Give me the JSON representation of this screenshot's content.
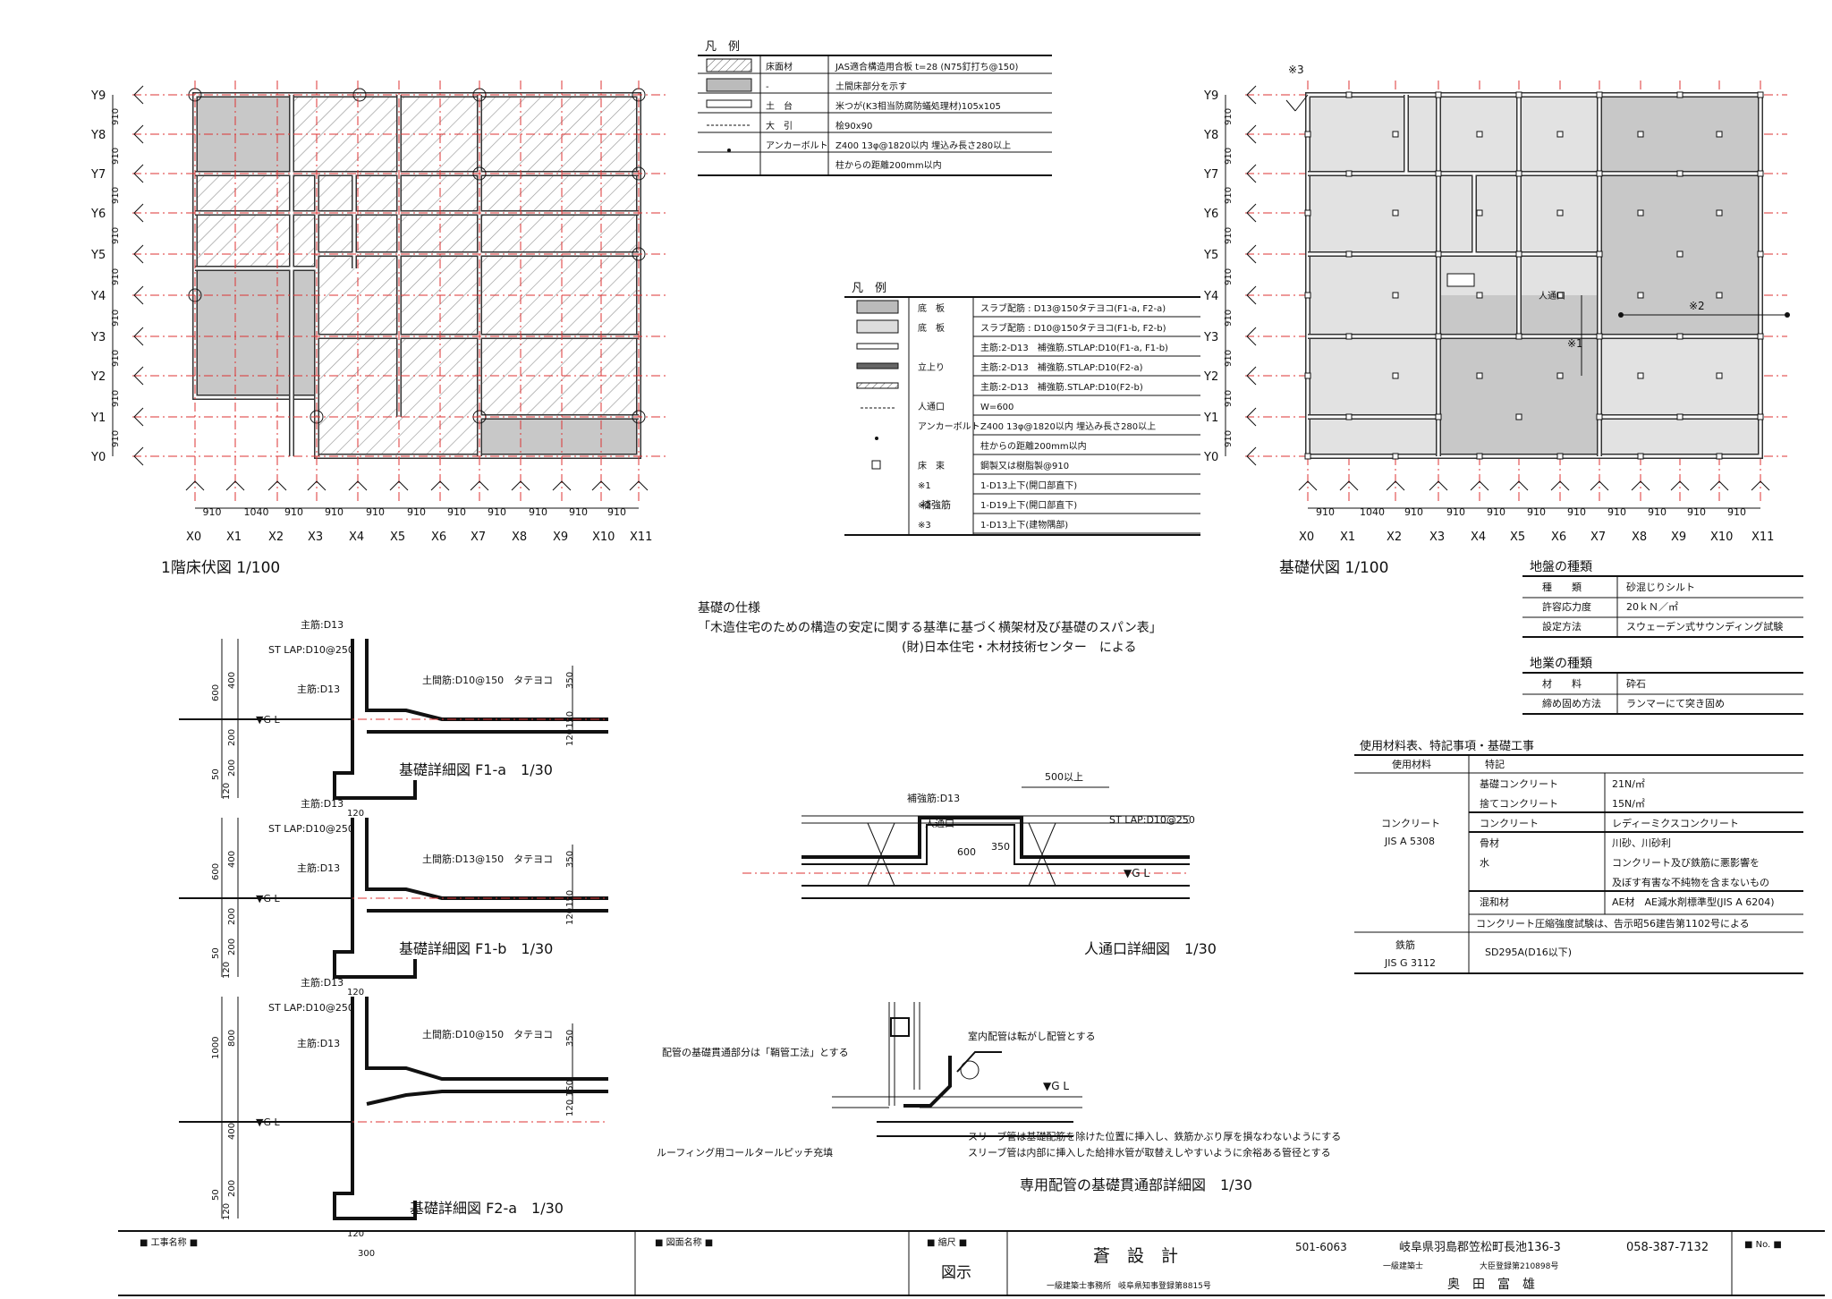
{
  "grid": {
    "x_labels": [
      "X0",
      "X1",
      "X2",
      "X3",
      "X4",
      "X5",
      "X6",
      "X7",
      "X8",
      "X9",
      "X10",
      "X11"
    ],
    "y_labels": [
      "Y0",
      "Y1",
      "Y2",
      "Y3",
      "Y4",
      "Y5",
      "Y6",
      "Y7",
      "Y8",
      "Y9"
    ],
    "x_spans": [
      "910",
      "1040",
      "910",
      "910",
      "910",
      "910",
      "910",
      "910",
      "910",
      "910",
      "910"
    ],
    "y_spans": [
      "910",
      "910",
      "910",
      "910",
      "910",
      "910",
      "910",
      "910",
      "910"
    ]
  },
  "plans": {
    "floor_title": "1階床伏図 1/100",
    "foundation_title": "基礎伏図 1/100",
    "note_3": "※3",
    "note_2": "※2",
    "note_1": "※1",
    "opening_label": "人通口"
  },
  "legend1": {
    "title": "凡　例",
    "rows": [
      {
        "name": "床面材",
        "desc": "JAS適合構造用合板 t=28 (N75釘打ち@150)"
      },
      {
        "name": "-",
        "desc": "土間床部分を示す"
      },
      {
        "name": "土　台",
        "desc": "米つが(K3相当防腐防蟻処理材)105x105"
      },
      {
        "name": "大　引",
        "desc": "桧90x90"
      },
      {
        "name": "アンカーボルト",
        "desc": "Z400 13φ@1820以内 埋込み長さ280以上"
      },
      {
        "name": "",
        "desc": "柱からの距離200mm以内"
      }
    ]
  },
  "legend2": {
    "title": "凡　例",
    "rows": [
      {
        "name": "底　板",
        "desc": "スラブ配筋 : D13@150タテヨコ(F1-a, F2-a)"
      },
      {
        "name": "底　板",
        "desc": "スラブ配筋 : D10@150タテヨコ(F1-b, F2-b)"
      },
      {
        "name": "",
        "desc": "主筋:2-D13　補強筋.STLAP:D10(F1-a, F1-b)"
      },
      {
        "name": "立上り",
        "desc": "主筋:2-D13　補強筋.STLAP:D10(F2-a)"
      },
      {
        "name": "",
        "desc": "主筋:2-D13　補強筋.STLAP:D10(F2-b)"
      },
      {
        "name": "人通口",
        "desc": "W=600"
      },
      {
        "name": "アンカーボルト",
        "desc": "Z400 13φ@1820以内 埋込み長さ280以上"
      },
      {
        "name": "",
        "desc": "柱からの距離200mm以内"
      },
      {
        "name": "床　束",
        "desc": "鋼製又は樹脂製@910"
      },
      {
        "name": "※1",
        "desc": "1-D13上下(開口部直下)"
      },
      {
        "name": "※2",
        "desc": "1-D19上下(開口部直下)"
      },
      {
        "name": "※3",
        "desc": "1-D13上下(建物隅部)"
      }
    ],
    "group_label": "補強筋"
  },
  "spec": {
    "title": "基礎の仕様",
    "line1": "「木造住宅のための構造の安定に関する基準に基づく横架材及び基礎のスパン表」",
    "line2": "(財)日本住宅・木材技術センター　による"
  },
  "ground": {
    "title": "地盤の種類",
    "rows": [
      {
        "k": "種　　類",
        "v": "砂混じりシルト"
      },
      {
        "k": "許容応力度",
        "v": "20ｋＮ／㎡"
      },
      {
        "k": "設定方法",
        "v": "スウェーデン式サウンディング試験"
      }
    ]
  },
  "work": {
    "title": "地業の種類",
    "rows": [
      {
        "k": "材　　料",
        "v": "砕石"
      },
      {
        "k": "締め固め方法",
        "v": "ランマーにて突き固め"
      }
    ]
  },
  "materials": {
    "title": "使用材料表、特記事項・基礎工事",
    "h1": "使用材料",
    "h2": "特記",
    "concrete": "コンクリート",
    "concrete_std": "JIS A 5308",
    "rows": [
      {
        "k": "基礎コンクリート",
        "v": "21N/㎡"
      },
      {
        "k": "捨てコンクリート",
        "v": "15N/㎡"
      },
      {
        "k": "コンクリート",
        "v": "レディーミクスコンクリート"
      },
      {
        "k": "骨材",
        "v": "川砂、川砂利"
      },
      {
        "k": "水",
        "v": "コンクリート及び鉄筋に悪影響を"
      },
      {
        "k": "",
        "v": "及ぼす有害な不純物を含まないもの"
      },
      {
        "k": "混和材",
        "v": "AE材　AE減水剤標準型(JIS A 6204)"
      }
    ],
    "note": "コンクリート圧縮強度試験は、告示昭56建告第1102号による",
    "rebar": "鉄筋",
    "rebar_std": "JIS G 3112",
    "rebar_spec": "SD295A(D16以下)"
  },
  "details": {
    "f1a_title": "基礎詳細図 F1-a　1/30",
    "f1b_title": "基礎詳細図 F1-b　1/30",
    "f2a_title": "基礎詳細図 F2-a　1/30",
    "opening_title": "人通口詳細図　1/30",
    "pipe_title": "専用配管の基礎貫通部詳細図　1/30",
    "main_bar": "主筋:D13",
    "stlap": "ST LAP:D10@250",
    "slab_d10": "土間筋:D10@150　タテヨコ",
    "slab_d13": "土間筋:D13@150　タテヨコ",
    "gl": "▼G L",
    "dims": [
      "600",
      "400",
      "200",
      "50",
      "120",
      "350",
      "50",
      "150",
      "120",
      "1000",
      "800",
      "300"
    ],
    "rein_bar": "補強筋:D13",
    "opening": "人通口",
    "over500": "500以上",
    "d600": "600",
    "d350": "350",
    "pipe_note1": "配管の基礎貫通部分は「鞘管工法」とする",
    "pipe_note2": "室内配管は転がし配管とする",
    "pipe_note3": "スリーブ管は基礎配筋を除けた位置に挿入し、鉄筋かぶり厚を損なわないようにする",
    "pipe_note4": "スリーブ管は内部に挿入した給排水管が取替えしやすいように余裕ある管径とする",
    "pipe_note5": "ルーフィング用コールタールピッチ充填"
  },
  "titleblock": {
    "project_label": "■ 工事名称 ■",
    "drawing_label": "■ 図面名称 ■",
    "scale_label": "■ 縮尺 ■",
    "scale_value": "図示",
    "firm": "蒼　設　計",
    "firm_sub": "一級建築士事務所",
    "reg": "岐阜県知事登録第8815号",
    "zip": "501-6063",
    "address": "岐阜県羽島郡笠松町長池136-3",
    "tel": "058-387-7132",
    "arch": "一級建築士",
    "arch_reg": "大臣登録第210898号",
    "name": "奥　田　富　雄",
    "no_label": "■ No. ■"
  }
}
